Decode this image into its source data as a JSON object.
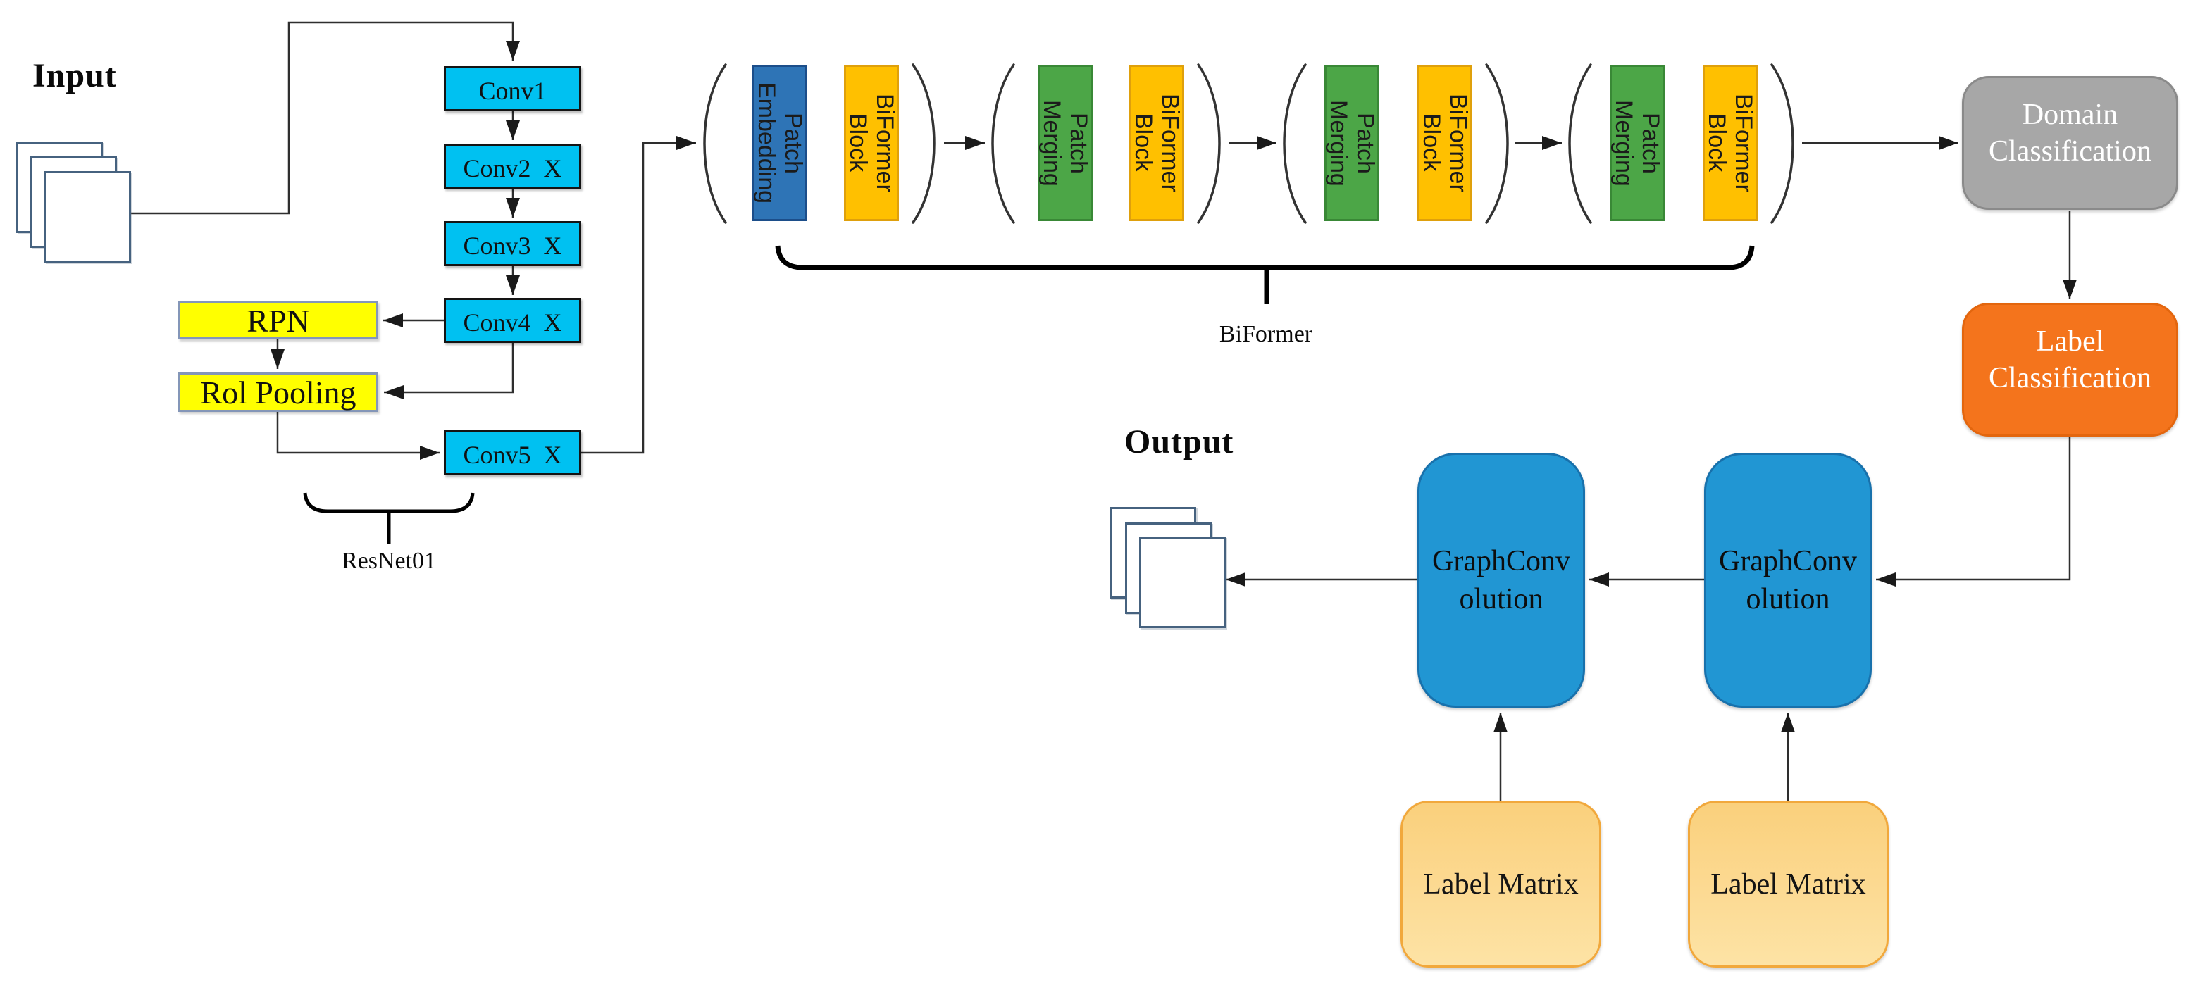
{
  "labels": {
    "input": "Input",
    "output": "Output",
    "resnet_brace": "ResNet01",
    "biformer_brace": "BiFormer"
  },
  "resnet": {
    "conv1": "Conv1",
    "conv2": "Conv2  X",
    "conv3": "Conv3  X",
    "conv4": "Conv4  X",
    "conv5": "Conv5  X",
    "rpn": "RPN",
    "roi_pooling": "Rol Pooling"
  },
  "biformer": {
    "stages": [
      {
        "first": "Patch\nEmbedding",
        "second": "BiFormer\nBlock"
      },
      {
        "first": "Patch\nMerging",
        "second": "BiFormer\nBlock"
      },
      {
        "first": "Patch\nMerging",
        "second": "BiFormer\nBlock"
      },
      {
        "first": "Patch\nMerging",
        "second": "BiFormer\nBlock"
      }
    ]
  },
  "heads": {
    "domain_classification": "Domain\nClassification",
    "label_classification": "Label\nClassification"
  },
  "graph": {
    "graph_conv_left": "GraphConv\nolution",
    "graph_conv_right": "GraphConv\nolution",
    "label_matrix_left": "Label Matrix",
    "label_matrix_right": "Label Matrix"
  },
  "colors": {
    "conv_cyan": "#00C1F1",
    "rpn_yellow": "#FFFF00",
    "patch_embedding_blue": "#2E74B6",
    "biformer_gold": "#FFC000",
    "patch_merging_green": "#4CA647",
    "domain_gray": "#A7A7A7",
    "label_orange": "#F4741C",
    "graph_conv_blue": "#2196D3",
    "label_matrix_fill": "#FBD488",
    "label_matrix_border": "#F1A83C",
    "wire": "#2E2E2E"
  }
}
